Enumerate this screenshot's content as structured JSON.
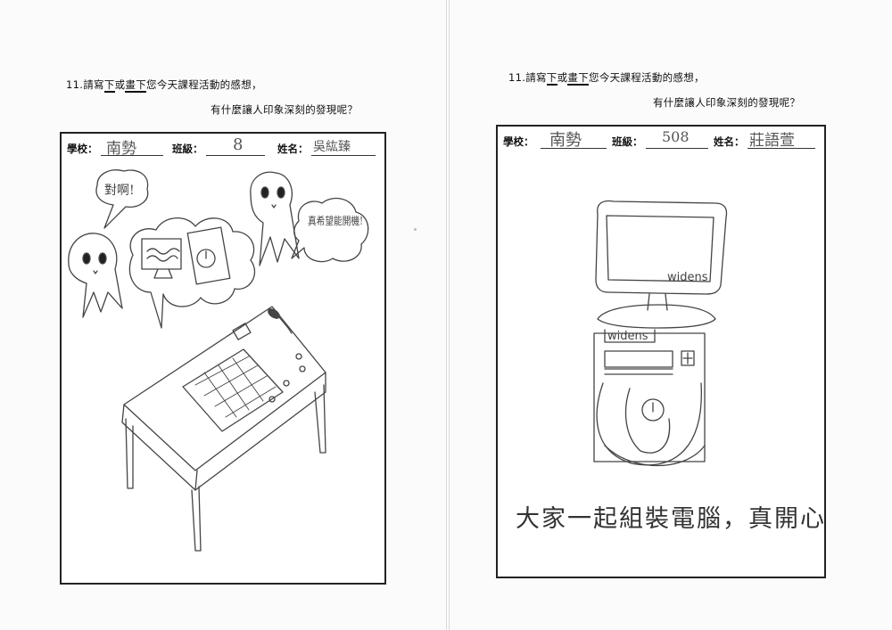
{
  "left_page": {
    "question_line1_prefix": "11.請寫",
    "emph1": "下",
    "question_line1_mid": "或",
    "emph2": "畫下",
    "question_line1_suffix": "您今天課程活動的感想，",
    "question_line2": "有什麼讓人印象深刻的發現呢？",
    "header": {
      "school_label": "學校：",
      "school_value": "南勢",
      "class_label": "班級：",
      "class_value": "8",
      "name_label": "姓名：",
      "name_value": "吳紘臻"
    },
    "drawing": {
      "bubble_left_text": "對啊!",
      "bubble_right_text": "真希望能開機!"
    }
  },
  "right_page": {
    "question_line1_prefix": "11.請寫",
    "emph1": "下",
    "question_line1_mid": "或",
    "emph2": "畫下",
    "question_line1_suffix": "您今天課程活動的感想，",
    "question_line2": "有什麼讓人印象深刻的發現呢？",
    "header": {
      "school_label": "學校：",
      "school_value": "南勢",
      "class_label": "班級：",
      "class_value": "508",
      "name_label": "姓名：",
      "name_value": "莊語萱"
    },
    "drawing": {
      "monitor_brand": "widens",
      "case_brand": "widens",
      "handwritten_sentence": "大家一起組裝電腦，真開心"
    }
  }
}
